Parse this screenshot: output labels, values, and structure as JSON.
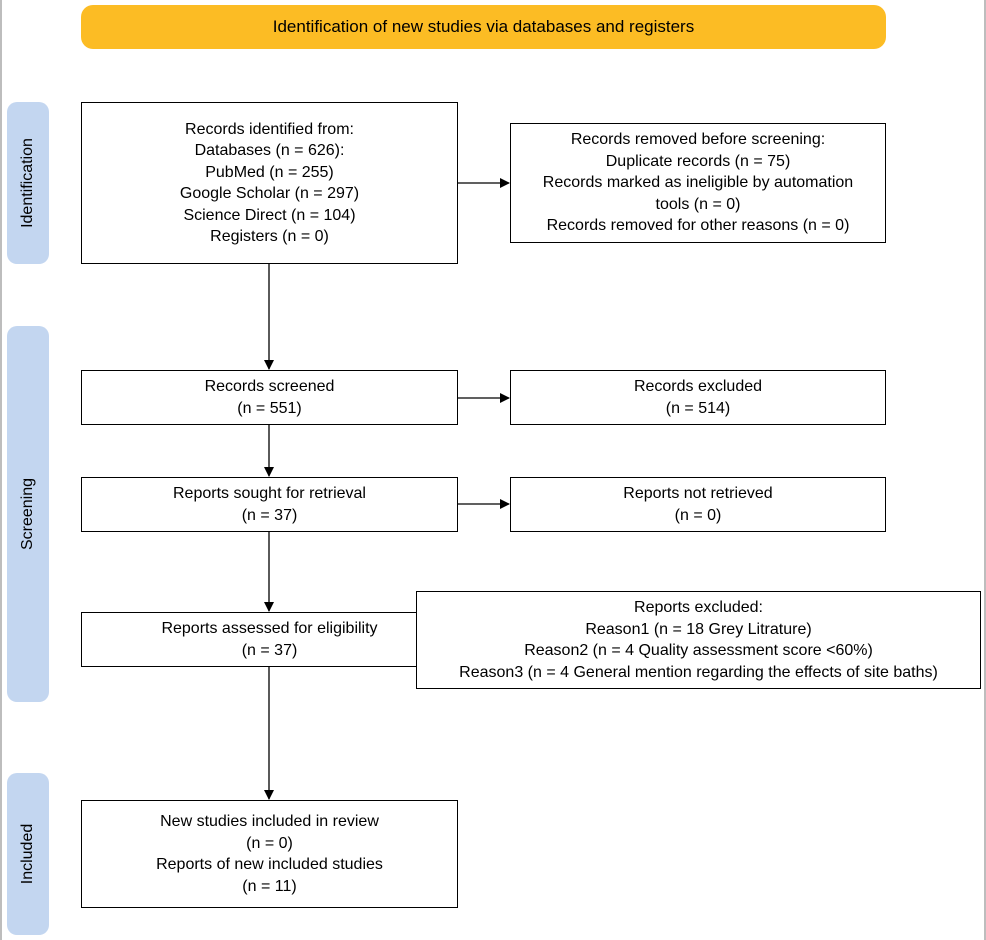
{
  "banner": "Identification of new studies via databases and registers",
  "phases": {
    "identification": "Identification",
    "screening": "Screening",
    "included": "Included"
  },
  "boxes": {
    "records_identified": [
      "Records identified from:",
      "Databases (n = 626):",
      "PubMed (n =  255)",
      "Google Scholar (n =  297)",
      "Science Direct (n =  104)",
      "Registers (n = 0)"
    ],
    "records_removed": [
      "Records removed before screening:",
      "Duplicate records (n = 75)",
      "Records marked as ineligible by automation",
      "tools (n = 0)",
      "Records removed for other reasons (n = 0)"
    ],
    "records_screened": [
      "Records screened",
      "(n = 551)"
    ],
    "records_excluded": [
      "Records excluded",
      "(n = 514)"
    ],
    "reports_sought": [
      "Reports sought for retrieval",
      "(n = 37)"
    ],
    "reports_not_retrieved": [
      "Reports not retrieved",
      "(n = 0)"
    ],
    "reports_assessed": [
      "Reports assessed for eligibility",
      "(n = 37)"
    ],
    "reports_excluded": [
      "Reports excluded:",
      "Reason1 (n =  18 Grey Litrature)",
      "Reason2 (n =  4 Quality assessment score <60%)",
      "Reason3 (n =  4 General mention regarding the effects of site baths)"
    ],
    "studies_included": [
      "New studies included in review",
      "(n = 0)",
      "Reports of new included studies",
      "(n = 11)"
    ]
  }
}
